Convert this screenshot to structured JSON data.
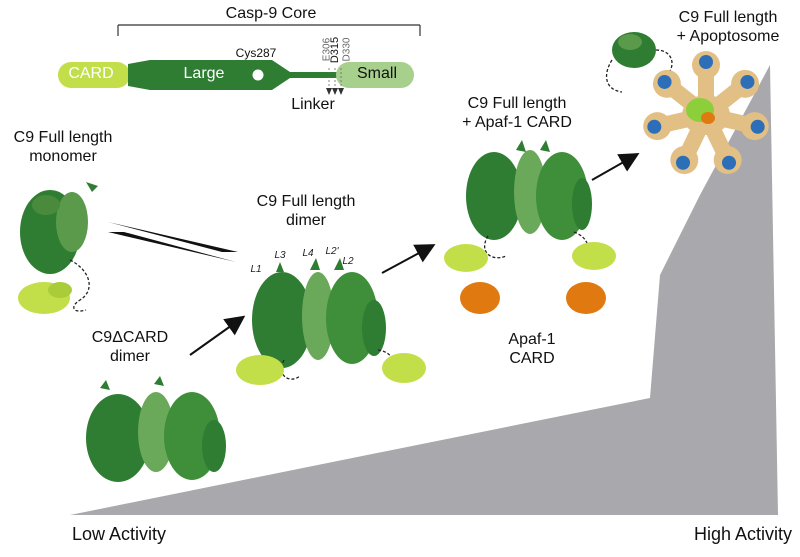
{
  "domain_bar": {
    "core_label": "Casp-9 Core",
    "segments": [
      "CARD",
      "Large",
      "Small"
    ],
    "cys_label": "Cys287",
    "linker_label": "Linker",
    "site_labels": [
      "E306",
      "D315",
      "D330"
    ]
  },
  "states": {
    "monomer": "C9 Full length\nmonomer",
    "dimer": "C9 Full length\ndimer",
    "dcard_dimer": "C9ΔCARD\ndimer",
    "apaf_card_complex": "C9 Full length\n+ Apaf-1 CARD",
    "apoptosome_complex": "C9 Full length\n+ Apoptosome",
    "apaf_card_label": "Apaf-1\nCARD"
  },
  "loop_labels": [
    "L1",
    "L3",
    "L4",
    "L2'",
    "L2"
  ],
  "axis": {
    "low": "Low Activity",
    "high": "High Activity"
  },
  "colors": {
    "dark_green": "#2e7d32",
    "mid_green": "#5a9a4a",
    "card_green": "#c2df4a",
    "orange": "#e07a10",
    "tan": "#e2bf85",
    "blue": "#2c6fb8",
    "ramp_grey": "#a8a8ad"
  }
}
